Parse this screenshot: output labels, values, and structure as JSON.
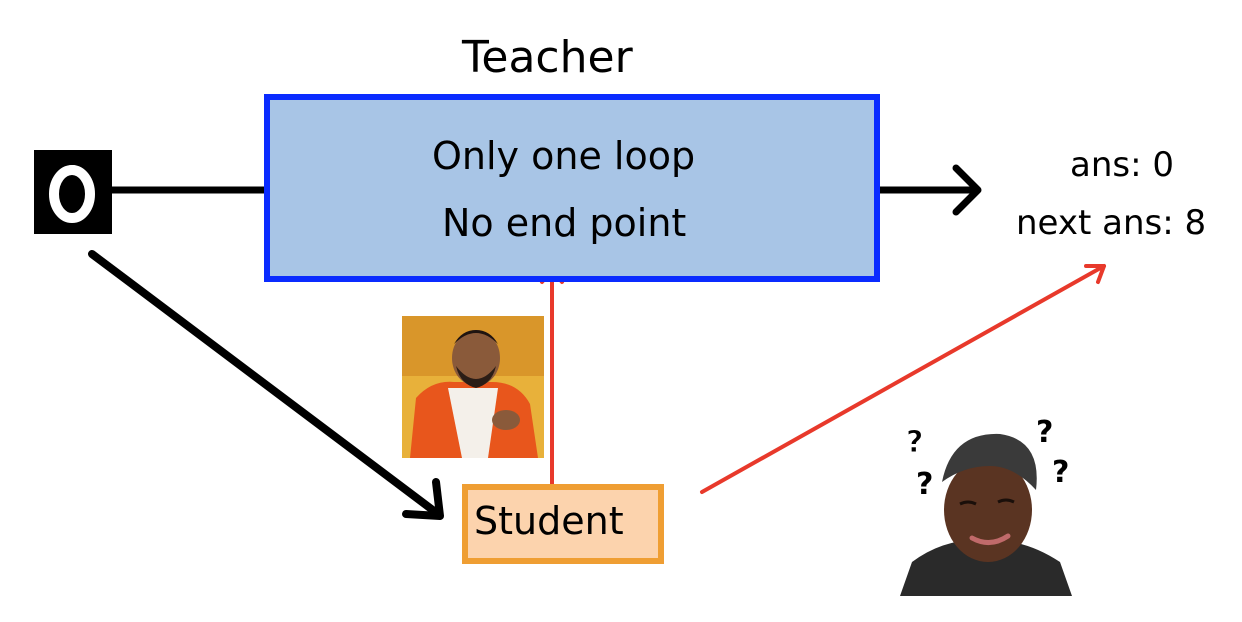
{
  "teacher": {
    "title": "Teacher",
    "lines": [
      "Only one loop",
      "No end point"
    ]
  },
  "output": {
    "ans": "ans: 0",
    "next_ans": "next ans: 8"
  },
  "student": {
    "label": "Student"
  },
  "colors": {
    "teacher_fill": "#a8c5e6",
    "teacher_border": "#0a2bff",
    "student_fill": "#fcd3ad",
    "student_border": "#ef9e33",
    "black_arrow": "#000000",
    "red_arrow": "#e8392b"
  },
  "images": {
    "input_digit": "handwritten digit 0",
    "approving_person": "approving-person-photo",
    "confused_person": "confused-person-photo"
  }
}
